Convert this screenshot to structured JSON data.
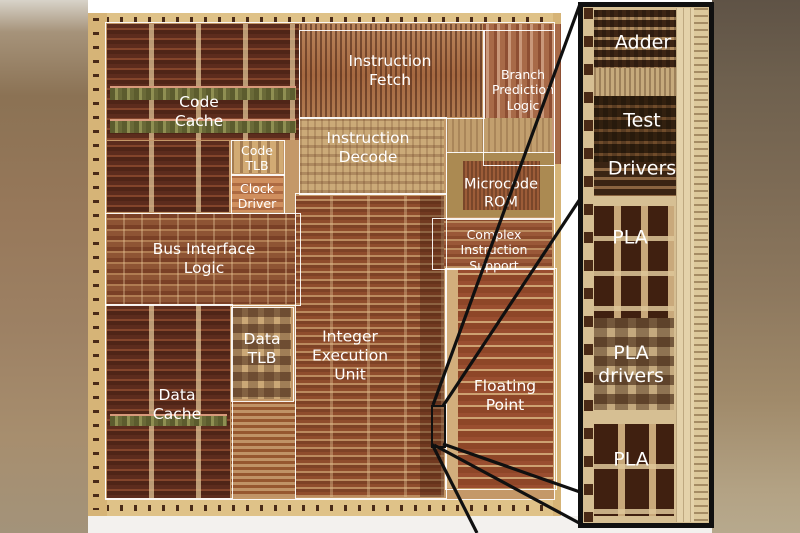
{
  "figure": {
    "type": "annotated CPU die photograph with magnified inset",
    "die_labels": [
      {
        "id": "code-cache",
        "text": "Code\nCache"
      },
      {
        "id": "instruction-fetch",
        "text": "Instruction\nFetch"
      },
      {
        "id": "branch-prediction-logic",
        "text": "Branch\nPrediction\nLogic"
      },
      {
        "id": "code-tlb",
        "text": "Code\nTLB"
      },
      {
        "id": "clock-driver",
        "text": "Clock\nDriver"
      },
      {
        "id": "instruction-decode",
        "text": "Instruction\nDecode"
      },
      {
        "id": "microcode-rom",
        "text": "Microcode\nROM"
      },
      {
        "id": "complex-instruction-support",
        "text": "Complex\nInstruction\nSupport"
      },
      {
        "id": "bus-interface-logic",
        "text": "Bus Interface\nLogic"
      },
      {
        "id": "data-tlb",
        "text": "Data\nTLB"
      },
      {
        "id": "data-cache",
        "text": "Data\nCache"
      },
      {
        "id": "integer-execution-unit",
        "text": "Integer\nExecution\nUnit"
      },
      {
        "id": "floating-point",
        "text": "Floating\nPoint"
      }
    ],
    "inset_labels": [
      {
        "id": "adder",
        "text": "Adder"
      },
      {
        "id": "test",
        "text": "Test"
      },
      {
        "id": "drivers",
        "text": "Drivers"
      },
      {
        "id": "pla-upper",
        "text": "PLA"
      },
      {
        "id": "pla-drivers",
        "text": "PLA\ndrivers"
      },
      {
        "id": "pla-lower",
        "text": "PLA"
      }
    ],
    "colors": {
      "label_text": "#ffffff",
      "region_outline": "#ffffff",
      "callout_line": "#101010",
      "die_copper": "#a4623c",
      "die_dark_block": "#5c2c1d",
      "pad_ring_gold": "#dfc288",
      "inset_background": "#d6bf93",
      "page_background": "#ffffff",
      "blur_brown": "#8d785e"
    }
  }
}
